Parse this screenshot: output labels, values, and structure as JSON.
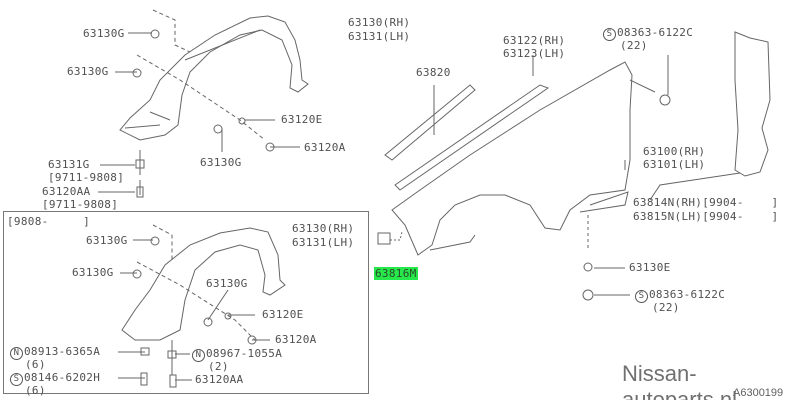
{
  "labels_top": {
    "clip1": "63130G",
    "clip2": "63130G",
    "liner_rh": "63130(RH)",
    "liner_lh": "63131(LH)",
    "e": "63120E",
    "a": "63120A",
    "clip3": "63130G",
    "g": "63131G",
    "g_range": "[9711-9808]",
    "aa": "63120AA",
    "aa_range": "[9711-9808]"
  },
  "labels_box": {
    "range": "[9808-     ]",
    "clip1": "63130G",
    "clip2": "63130G",
    "liner_rh": "63130(RH)",
    "liner_lh": "63131(LH)",
    "clip3": "63130G",
    "e": "63120E",
    "a": "63120A",
    "n1_prefix": "N",
    "n1": "08913-6365A",
    "n1_qty": "(6)",
    "n2_prefix": "N",
    "n2": "08967-1055A",
    "n2_qty": "(2)",
    "s1_prefix": "S",
    "s1": "08146-6202H",
    "s1_qty": "(6)",
    "aa": "63120AA"
  },
  "labels_right": {
    "seal_rh": "63122(RH)",
    "seal_lh": "63123(LH)",
    "mould": "63820",
    "bolt_prefix": "S",
    "bolt": "08363-6122C",
    "bolt_qty": "(22)",
    "fender_rh": "63100(RH)",
    "fender_lh": "63101(LH)",
    "prot_rh": "63814N(RH)[9904-    ]",
    "prot_lh": "63815N(LH)[9904-    ]",
    "highlighted": "63816M",
    "clip_e": "63130E",
    "bolt2_prefix": "S",
    "bolt2": "08363-6122C",
    "bolt2_qty": "(22)"
  },
  "watermark": "Nissan-autoparts.nl",
  "diagram_code": "A6300199",
  "colors": {
    "highlight": "#27e84a",
    "line": "#555555"
  }
}
